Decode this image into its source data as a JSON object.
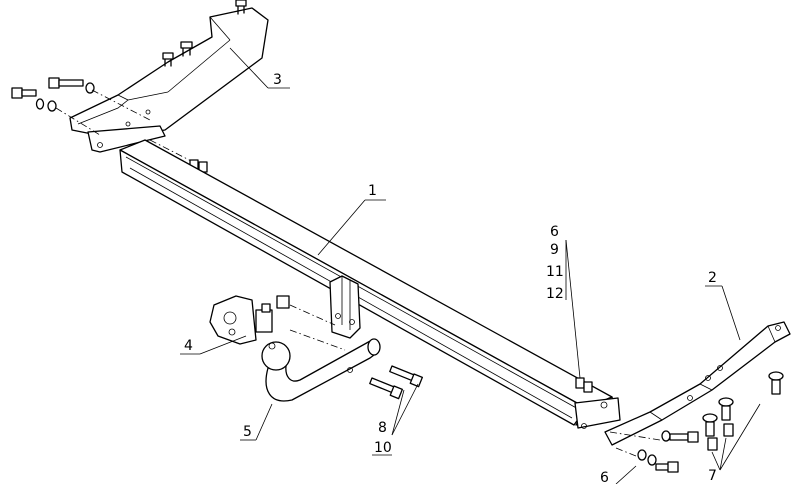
{
  "callouts": {
    "c1": "1",
    "c2": "2",
    "c3": "3",
    "c4": "4",
    "c5": "5",
    "c6a": "6",
    "c9": "9",
    "c11": "11",
    "c12": "12",
    "c8": "8",
    "c10": "10",
    "c6b": "6",
    "c7": "7"
  }
}
